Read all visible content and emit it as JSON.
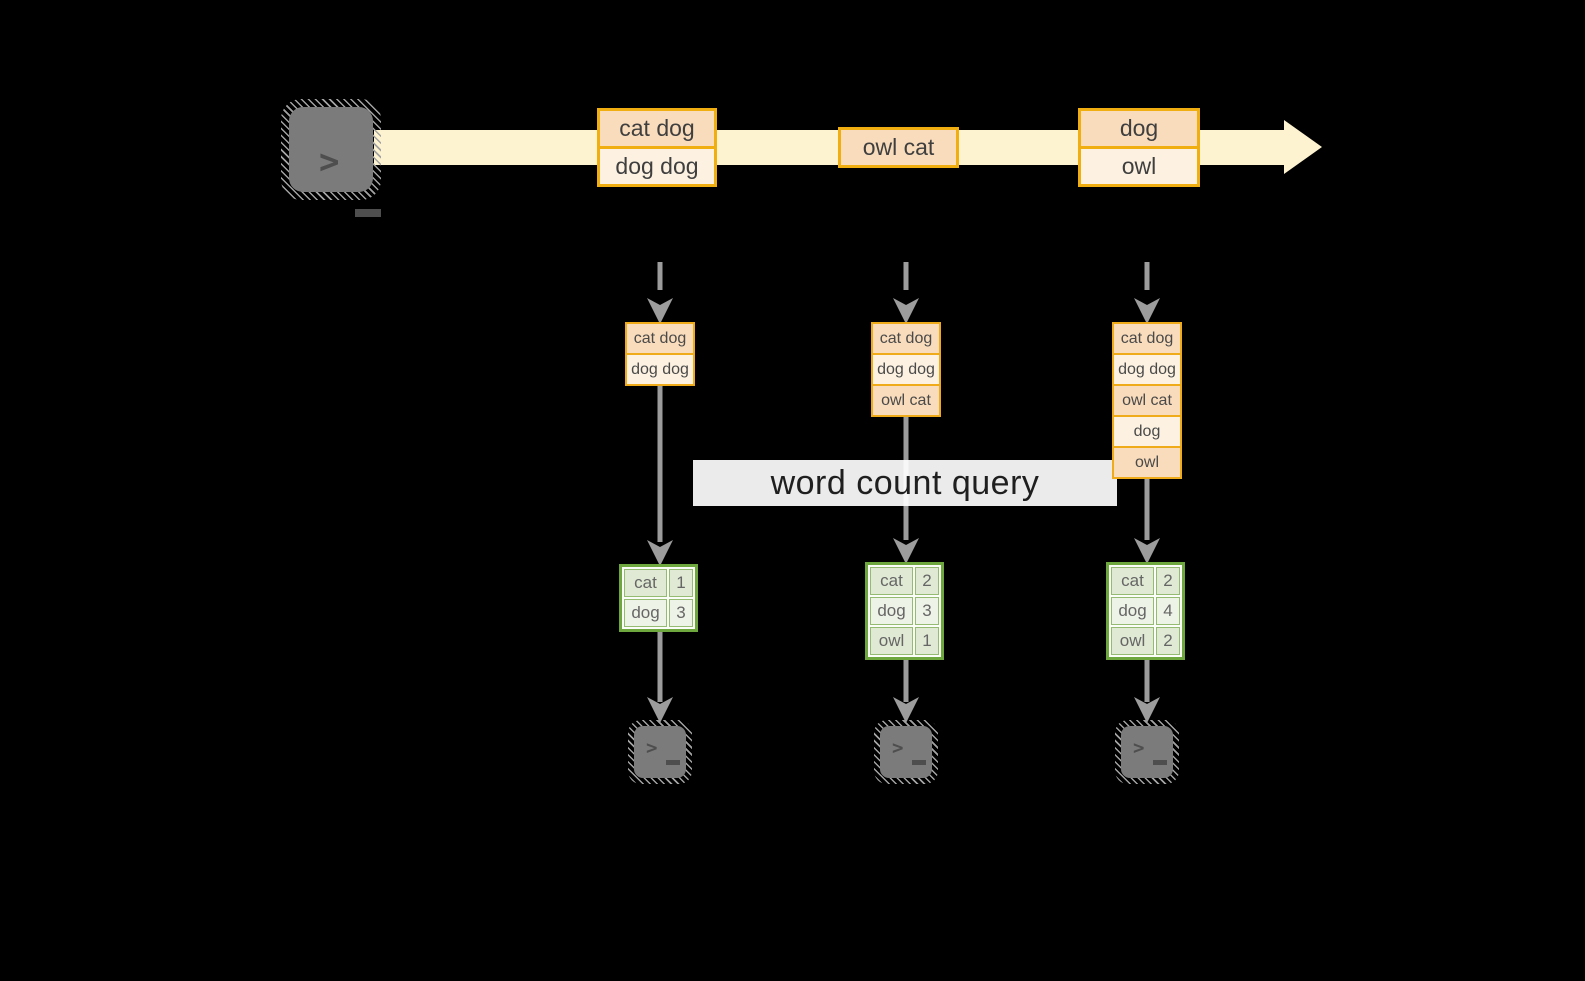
{
  "diagram": {
    "source_terminal": {
      "icon": "terminal-prompt-icon",
      "glyph": ">_"
    },
    "stream_messages": [
      {
        "lines": [
          "cat dog",
          "dog dog"
        ]
      },
      {
        "lines": [
          "owl cat"
        ]
      },
      {
        "lines": [
          "dog",
          "owl"
        ]
      }
    ],
    "consumer_buffers": [
      {
        "lines": [
          "cat dog",
          "dog dog"
        ]
      },
      {
        "lines": [
          "cat dog",
          "dog dog",
          "owl cat"
        ]
      },
      {
        "lines": [
          "cat dog",
          "dog dog",
          "owl cat",
          "dog",
          "owl"
        ]
      }
    ],
    "query_banner": "word count query",
    "count_tables": [
      {
        "rows": [
          [
            "cat",
            "1"
          ],
          [
            "dog",
            "3"
          ]
        ]
      },
      {
        "rows": [
          [
            "cat",
            "2"
          ],
          [
            "dog",
            "3"
          ],
          [
            "owl",
            "1"
          ]
        ]
      },
      {
        "rows": [
          [
            "cat",
            "2"
          ],
          [
            "dog",
            "4"
          ],
          [
            "owl",
            "2"
          ]
        ]
      }
    ],
    "output_terminals": [
      {
        "icon": "terminal-prompt-icon",
        "glyph": ">_"
      },
      {
        "icon": "terminal-prompt-icon",
        "glyph": ">_"
      },
      {
        "icon": "terminal-prompt-icon",
        "glyph": ">_"
      }
    ]
  },
  "colors": {
    "background": "#000000",
    "stream_band": "#fdf3d0",
    "box_border": "#f0ae10",
    "box_fill_peach": "#f9dcbb",
    "box_fill_cream": "#fdf2e1",
    "table_border": "#6da73e",
    "table_fill_dark": "#dfe9d3",
    "table_fill_light": "#eef3e7",
    "arrow_gray": "#9c9c9c",
    "terminal_gray": "#7b7b7b",
    "banner_bg": "#ffffff",
    "text_dark": "#3f3f3f"
  }
}
